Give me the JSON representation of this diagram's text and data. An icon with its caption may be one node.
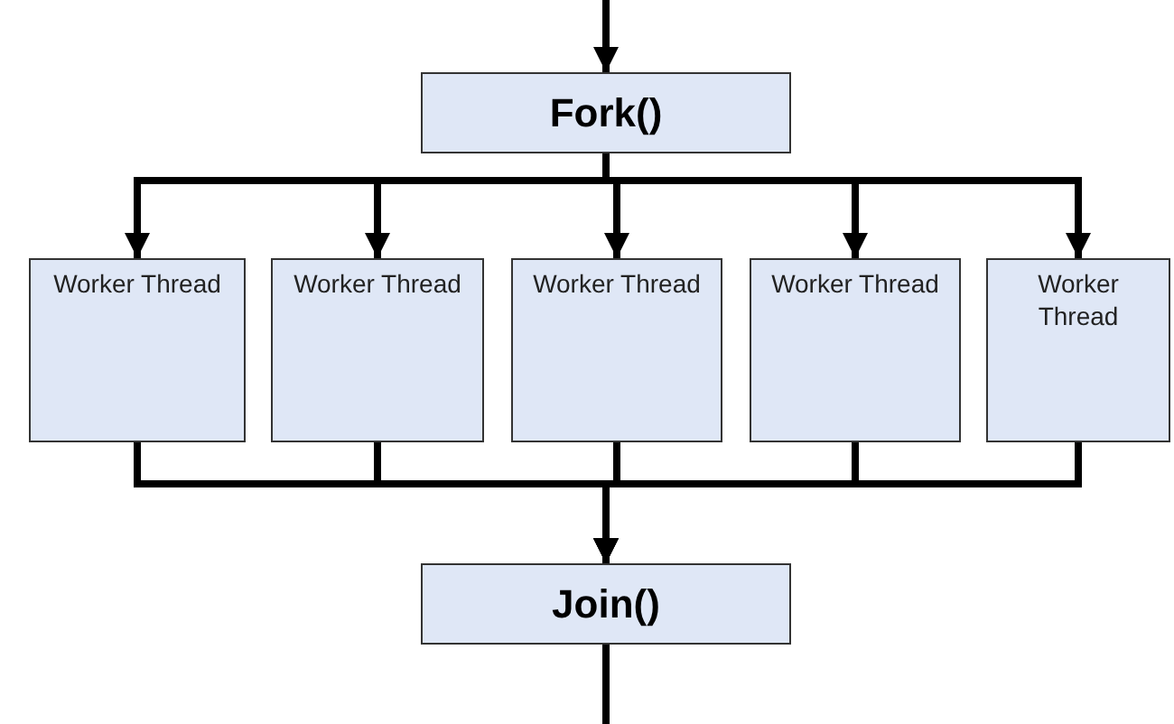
{
  "diagram": {
    "nodes": [
      {
        "text": [
          "Fork()"
        ]
      },
      {
        "text": [
          "Worker Thread"
        ]
      },
      {
        "text": [
          "Worker Thread"
        ]
      },
      {
        "text": [
          "Worker Thread"
        ]
      },
      {
        "text": [
          "Worker Thread"
        ]
      },
      {
        "text": [
          "Worker Thread"
        ]
      },
      {
        "text": [
          "Join()"
        ]
      }
    ],
    "edges": [
      {
        "from": null,
        "to": 0,
        "arrow": "to"
      },
      {
        "from": 0,
        "to": 1,
        "arrow": "to"
      },
      {
        "from": 0,
        "to": 2,
        "arrow": "to"
      },
      {
        "from": 0,
        "to": 3,
        "arrow": "to"
      },
      {
        "from": 0,
        "to": 4,
        "arrow": "to"
      },
      {
        "from": 0,
        "to": 5,
        "arrow": "to"
      },
      {
        "from": 1,
        "to": 6,
        "arrow": "to"
      },
      {
        "from": 2,
        "to": 6,
        "arrow": "to"
      },
      {
        "from": 3,
        "to": 6,
        "arrow": "to"
      },
      {
        "from": 4,
        "to": 6,
        "arrow": "to"
      },
      {
        "from": 5,
        "to": 6,
        "arrow": "to"
      },
      {
        "from": 6,
        "to": null,
        "arrow": "none"
      }
    ]
  }
}
